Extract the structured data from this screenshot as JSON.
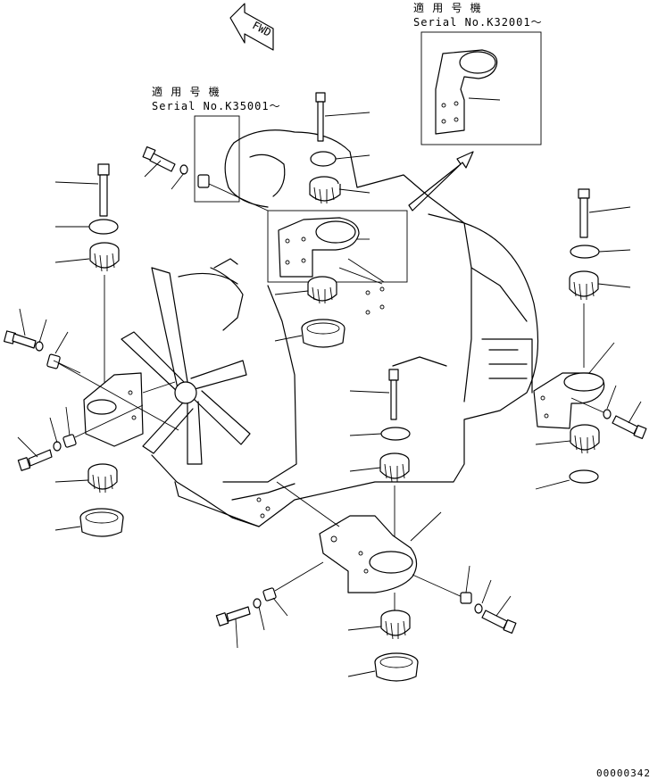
{
  "fwd_arrow": {
    "label": "FWD"
  },
  "callouts": [
    {
      "id": "serial-k32001",
      "jp": "適 用 号 機",
      "serial": "Serial No.K32001～"
    },
    {
      "id": "serial-k35001",
      "jp": "適 用 号 機",
      "serial": "Serial No.K35001～"
    }
  ],
  "drawing_number": "00000342"
}
